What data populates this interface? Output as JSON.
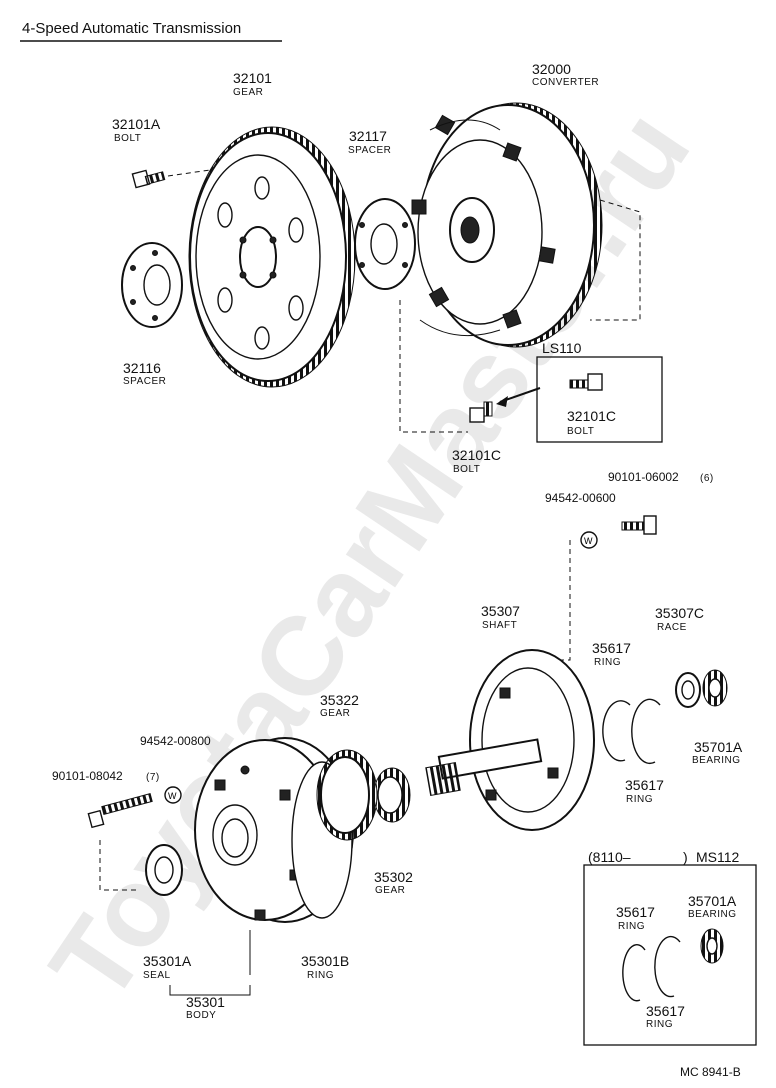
{
  "title": "4-Speed Automatic Transmission",
  "watermark": "ToyotaCarMaster.ru",
  "footer_code": "MC  8941-B",
  "boxes": {
    "ls110": {
      "label": "LS110"
    },
    "ms112": {
      "range_start": "(8110–",
      "range_end": ")",
      "label": "MS112"
    }
  },
  "parts": [
    {
      "number": "32101",
      "name": "GEAR"
    },
    {
      "number": "32101A",
      "name": "BOLT"
    },
    {
      "number": "32116",
      "name": "SPACER"
    },
    {
      "number": "32117",
      "name": "SPACER"
    },
    {
      "number": "32000",
      "name": "CONVERTER"
    },
    {
      "number": "32101C",
      "name": "BOLT"
    },
    {
      "number": "32101C",
      "name": "BOLT"
    },
    {
      "number": "90101-06002",
      "qty": "(6)"
    },
    {
      "number": "94542-00600"
    },
    {
      "number": "35307",
      "name": "SHAFT"
    },
    {
      "number": "35307C",
      "name": "RACE"
    },
    {
      "number": "35617",
      "name": "RING"
    },
    {
      "number": "35617",
      "name": "RING"
    },
    {
      "number": "35701A",
      "name": "BEARING"
    },
    {
      "number": "35322",
      "name": "GEAR"
    },
    {
      "number": "94542-00800"
    },
    {
      "number": "90101-08042",
      "qty": "(7)"
    },
    {
      "number": "35302",
      "name": "GEAR"
    },
    {
      "number": "35301A",
      "name": "SEAL"
    },
    {
      "number": "35301B",
      "name": "RING"
    },
    {
      "number": "35301",
      "name": "BODY"
    },
    {
      "number": "35617",
      "name": "RING"
    },
    {
      "number": "35701A",
      "name": "BEARING"
    },
    {
      "number": "35617",
      "name": "RING"
    }
  ]
}
